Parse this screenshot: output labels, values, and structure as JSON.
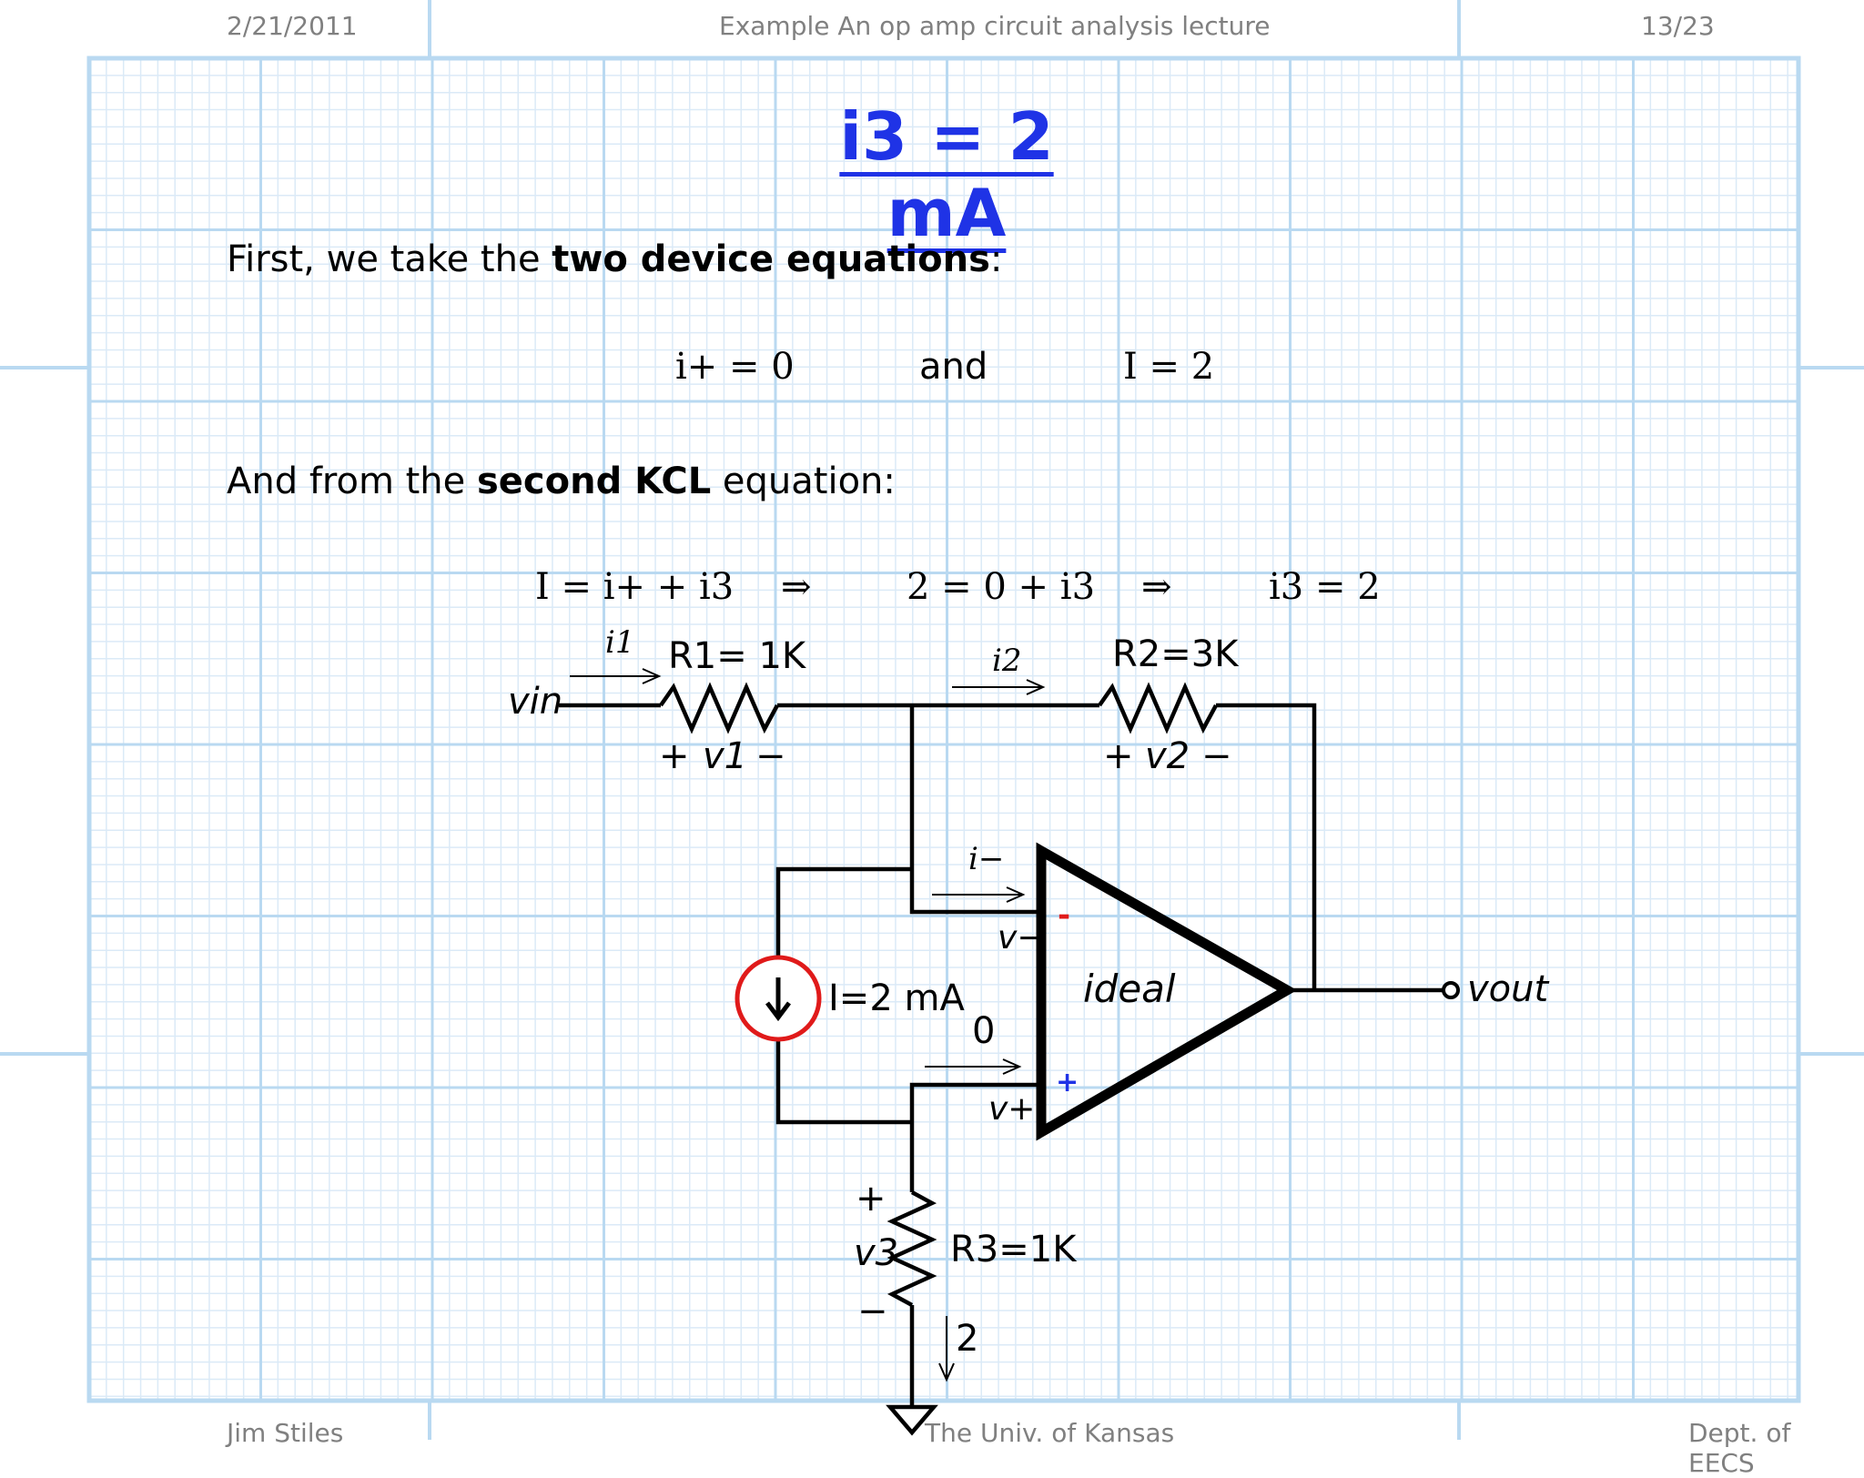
{
  "header": {
    "date": "2/21/2011",
    "lecture_title": "Example An op amp circuit analysis lecture",
    "page": "13/23"
  },
  "footer": {
    "author": "Jim Stiles",
    "university": "The Univ. of Kansas",
    "department": "Dept. of EECS"
  },
  "slide": {
    "title": "i3 = 2 mA",
    "para1_pre": "First, we take the ",
    "para1_bold": "two device equations",
    "para1_post": ":",
    "eq_left": "i+ = 0",
    "eq_and": "and",
    "eq_right": "I = 2",
    "para2_pre": "And from the ",
    "para2_bold": "second KCL",
    "para2_post": " equation:",
    "kcl_1": "I = i+ + i3",
    "kcl_2": "2 = 0 + i3",
    "kcl_3": "i3 = 2",
    "implies": "⇒"
  },
  "circuit": {
    "vin": "vin",
    "vout": "vout",
    "r1": "R1= 1K",
    "r2": "R2=3K",
    "r3": "R3=1K",
    "source": "I=2 mA",
    "opamp": "ideal",
    "i1": "i1",
    "i2": "i2",
    "i_minus": "i−",
    "v1": "v1",
    "v2": "v2",
    "v3": "v3",
    "v_minus": "v−",
    "v_plus": "v+",
    "i_plus_value": "0",
    "i3_value": "2",
    "plus": "+",
    "minus": "−",
    "minus_terminal": "-",
    "plus_terminal": "+"
  },
  "colors": {
    "title": "#1f33e6",
    "grid_minor": "#dbeaf7",
    "grid_major": "#b8d8f0",
    "source_circle": "#e01a1a",
    "minus_terminal": "#e01a1a",
    "plus_terminal": "#1f33e6"
  }
}
